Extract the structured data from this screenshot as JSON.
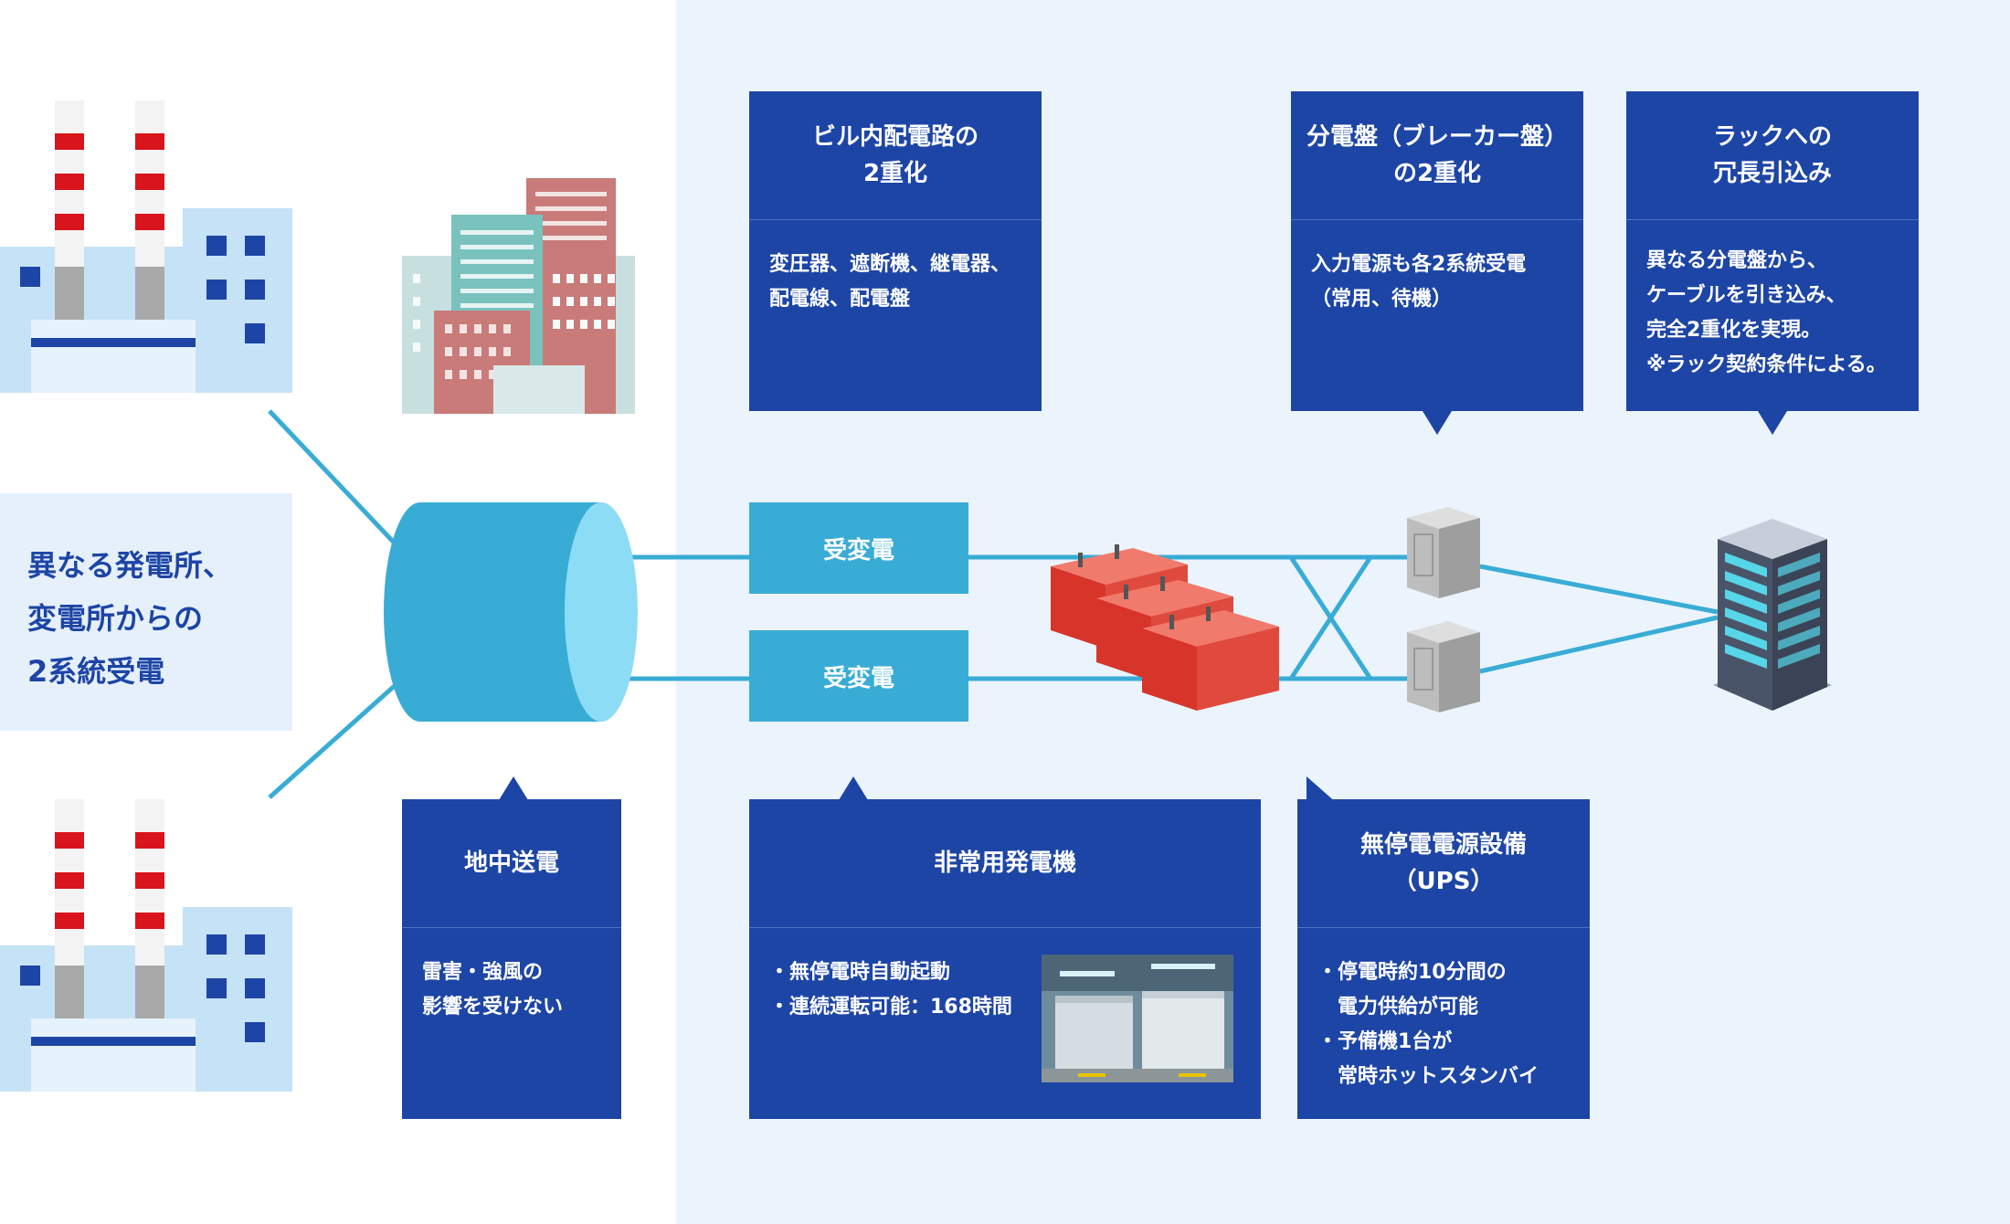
{
  "source_label": [
    "異なる発電所、",
    "変電所からの",
    "2系統受電"
  ],
  "substations": [
    "受変電",
    "受変電"
  ],
  "boxes": {
    "wiring": {
      "title": [
        "ビル内配電路の",
        "2重化"
      ],
      "body": [
        "変圧器、遮断機、継電器、",
        "配電線、配電盤"
      ]
    },
    "breaker": {
      "title": [
        "分電盤（ブレーカー盤）",
        "の2重化"
      ],
      "body": [
        "入力電源も各2系統受電",
        "（常用、待機）"
      ]
    },
    "rack": {
      "title": [
        "ラックへの",
        "冗長引込み"
      ],
      "body": [
        "異なる分電盤から、",
        "ケーブルを引き込み、",
        "完全2重化を実現。",
        "※ラック契約条件による。"
      ]
    },
    "underground": {
      "title": [
        "地中送電"
      ],
      "body": [
        "雷害・強風の",
        "影響を受けない"
      ]
    },
    "generator": {
      "title": [
        "非常用発電機"
      ],
      "body": [
        "・無停電時自動起動",
        "・連続運転可能：168時間"
      ]
    },
    "ups": {
      "title": [
        "無停電電源設備",
        "（UPS）"
      ],
      "body": [
        "・停電時約10分間の",
        "　電力供給が可能",
        "・予備機1台が",
        "　常時ホットスタンバイ"
      ]
    }
  },
  "icons": [
    "power-plant-icon",
    "city-buildings-icon",
    "underground-cable-icon",
    "transformer-icon",
    "distribution-panel-icon",
    "server-rack-icon",
    "generator-room-photo"
  ],
  "colors": {
    "navy": "#1d45a5",
    "cyan": "#39acd6",
    "line": "#39acd6",
    "bg_right": "#ebf4fd",
    "red": "#e04a3c"
  }
}
